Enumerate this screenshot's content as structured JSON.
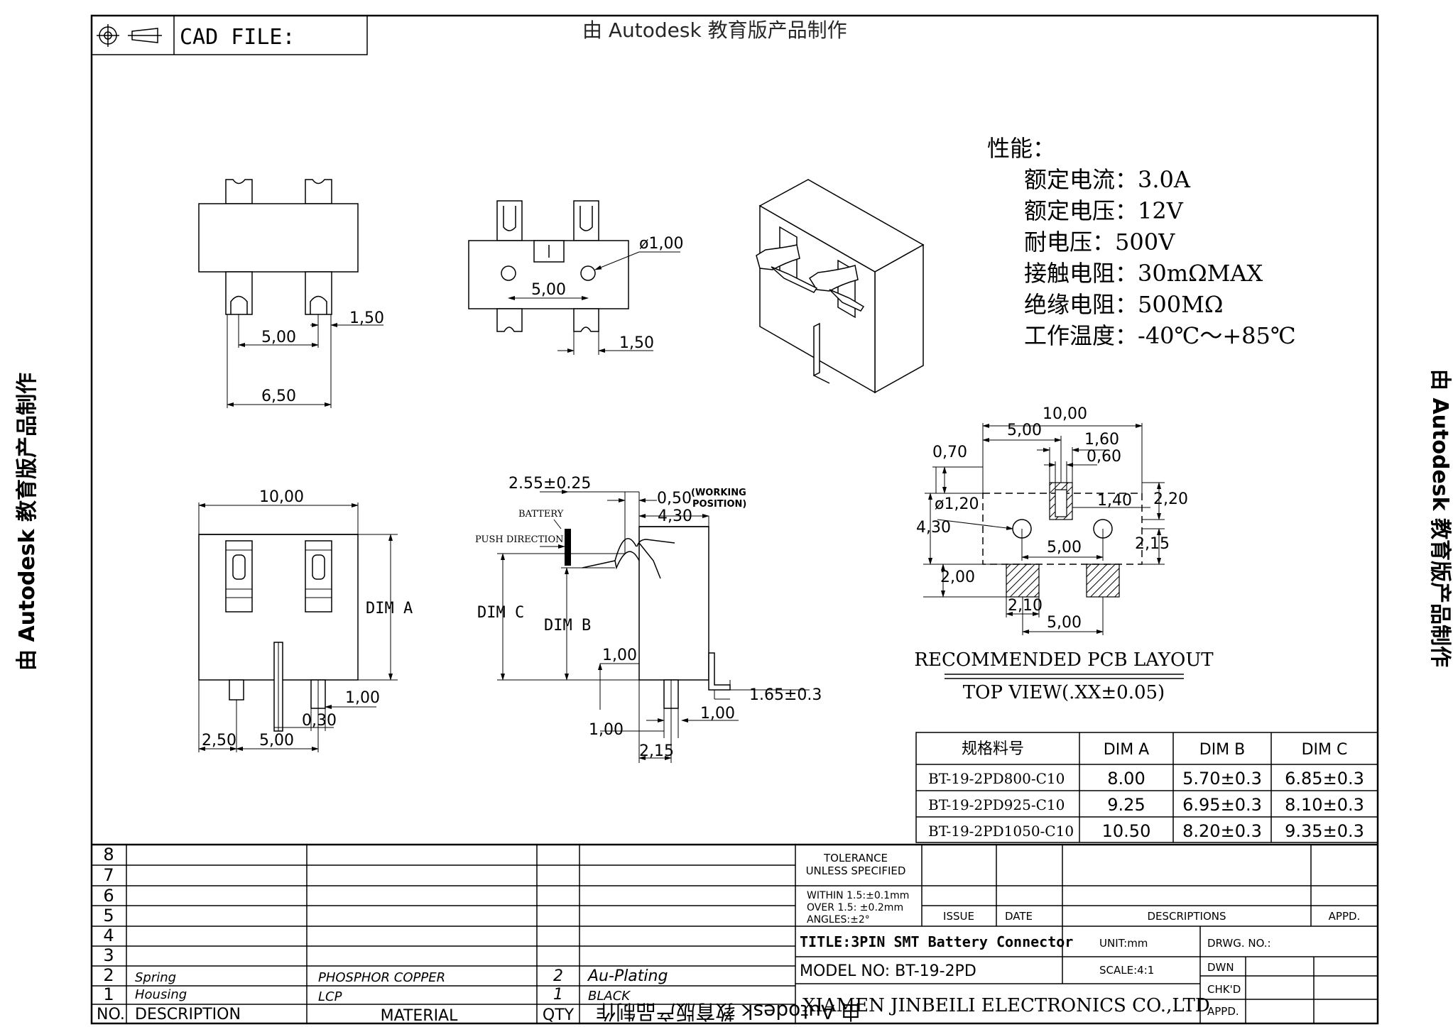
{
  "header": {
    "cad_file_label": "CAD FILE:",
    "top_watermark": "由 Autodesk 教育版产品制作"
  },
  "watermarks": {
    "left": "由 Autodesk 教育版产品制作",
    "right": "由 Autodesk 教育版产品制作",
    "bottom": "由 Autodesk 教育版产品制作"
  },
  "specs": {
    "heading": "性能：",
    "lines": [
      "额定电流：3.0A",
      "额定电压：12V",
      "耐电压：500V",
      "接触电阻：30mΩMAX",
      "绝缘电阻：500MΩ",
      "工作温度：-40℃～+85℃"
    ]
  },
  "view_top_left": {
    "dims": [
      "1,50",
      "5,00",
      "6,50"
    ]
  },
  "view_top_mid": {
    "dims": [
      "ø1,00",
      "5,00",
      "1,50"
    ]
  },
  "view_front": {
    "dims": [
      "10,00",
      "DIM A",
      "1,00",
      "0,30",
      "2,50",
      "5,00"
    ]
  },
  "view_side": {
    "dims": [
      "2.55±0.25",
      "0,50",
      "(WORKING",
      "POSITION)",
      "4,30",
      "BATTERY",
      "PUSH DIRECTION",
      "DIM C",
      "DIM B",
      "1,00",
      "1.65±0.3",
      "1,00",
      "1,00",
      "2,15"
    ]
  },
  "pcb_layout": {
    "dims": [
      "10,00",
      "5,00",
      "1,60",
      "0,70",
      "0,60",
      "ø1,20",
      "1,40",
      "2,20",
      "4,30",
      "5,00",
      "2,15",
      "2,00",
      "2,10",
      "5,00"
    ],
    "caption": "RECOMMENDED PCB LAYOUT",
    "subcaption": "TOP VIEW(.XX±0.05)"
  },
  "dim_table": {
    "headers": [
      "规格料号",
      "DIM A",
      "DIM B",
      "DIM C"
    ],
    "rows": [
      [
        "BT-19-2PD800-C10",
        "8.00",
        "5.70±0.3",
        "6.85±0.3"
      ],
      [
        "BT-19-2PD925-C10",
        "9.25",
        "6.95±0.3",
        "8.10±0.3"
      ],
      [
        "BT-19-2PD1050-C10",
        "10.50",
        "8.20±0.3",
        "9.35±0.3"
      ]
    ]
  },
  "bom": {
    "row_numbers": [
      "8",
      "7",
      "6",
      "5",
      "4",
      "3"
    ],
    "items": [
      {
        "no": "2",
        "description": "Spring",
        "material": "PHOSPHOR COPPER",
        "qty": "2",
        "finish": "Au-Plating"
      },
      {
        "no": "1",
        "description": "Housing",
        "material": "LCP",
        "qty": "1",
        "finish": "BLACK"
      }
    ],
    "header": {
      "no": "NO.",
      "description": "DESCRIPTION",
      "material": "MATERIAL",
      "qty": "QTY"
    }
  },
  "title_block": {
    "tolerance": [
      "TOLERANCE",
      "UNLESS SPECIFIED"
    ],
    "tol_values": [
      "WITHIN 1.5:±0.1mm",
      "OVER 1.5:  ±0.2mm",
      "ANGLES:±2°"
    ],
    "revision_headers": [
      "ISSUE",
      "DATE",
      "DESCRIPTIONS",
      "APPD."
    ],
    "title": "TITLE:3PIN SMT Battery Connector",
    "unit": "UNIT:mm",
    "drawing_no": "DRWG. NO.:",
    "model": "MODEL NO: BT-19-2PD",
    "scale": "SCALE:4:1",
    "dwn": "DWN",
    "chkd": "CHK'D",
    "appd": "APPD.",
    "company": "XIAMEN JINBEILI ELECTRONICS CO.,LTD"
  }
}
